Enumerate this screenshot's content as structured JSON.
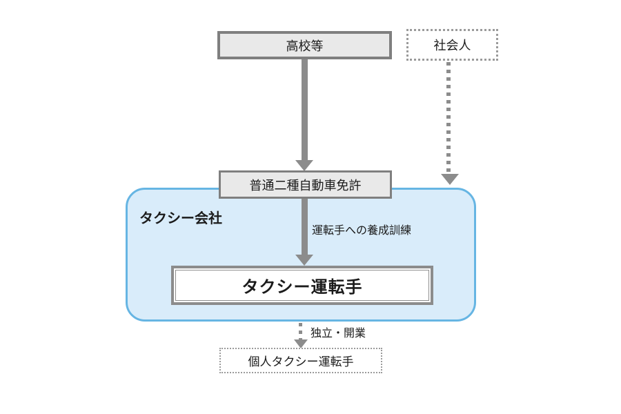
{
  "nodes": {
    "highschool": {
      "label": "高校等"
    },
    "adult": {
      "label": "社会人"
    },
    "license": {
      "label": "普通二種自動車免許"
    },
    "company": {
      "label": "タクシー会社"
    },
    "driver": {
      "label": "タクシー運転手"
    },
    "independent": {
      "label": "個人タクシー運転手"
    }
  },
  "edge_labels": {
    "training": {
      "label": "運転手への養成訓練"
    },
    "independence": {
      "label": "独立・開業"
    }
  },
  "colors": {
    "box_fill": "#e9e9e9",
    "box_border": "#7f7f7f",
    "arrow": "#8c8c8c",
    "company_fill": "#d9ecfa",
    "company_border": "#66b5e3",
    "dotted": "#9a9a9a",
    "text": "#1b1b1b"
  }
}
